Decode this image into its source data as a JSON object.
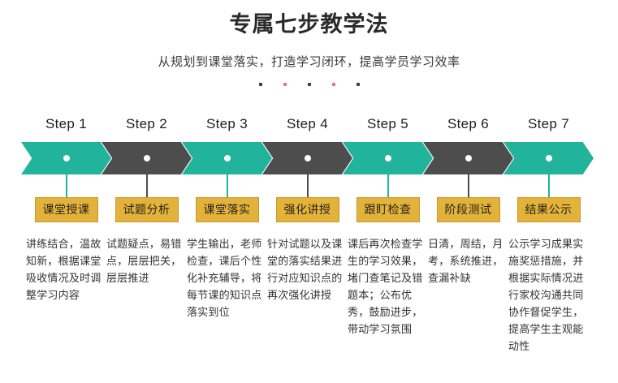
{
  "header": {
    "title": "专属七步教学法",
    "subtitle": "从规划到课堂落实，打造学习闭环，提高学员学习效率",
    "decor_dots": [
      {
        "color": "#3d3d3d"
      },
      {
        "color": "#e8707f"
      },
      {
        "color": "#3d3d3d"
      },
      {
        "color": "#e8707f"
      },
      {
        "color": "#3d3d3d"
      }
    ]
  },
  "theme": {
    "teal": "#21b39b",
    "dark_gray": "#4d4d4d",
    "chip_bg": "#e2b23a",
    "chip_border": "#c9982b",
    "accent_pink": "#e8707f",
    "background": "#ffffff"
  },
  "steps": [
    {
      "step_label": "Step 1",
      "chip": "课堂授课",
      "color": "#21b39b",
      "description": "讲练结合，温故知新，根据课堂吸收情况及时调整学习内容"
    },
    {
      "step_label": "Step 2",
      "chip": "试题分析",
      "color": "#4d4d4d",
      "description": "试题疑点，易错点，层层把关，层层推进"
    },
    {
      "step_label": "Step 3",
      "chip": "课堂落实",
      "color": "#21b39b",
      "description": "学生输出，老师检查，课后个性化补充辅导，将每节课的知识点落实到位"
    },
    {
      "step_label": "Step 4",
      "chip": "强化讲授",
      "color": "#4d4d4d",
      "description": "针对试题以及课堂的落实结果进行对应知识点的再次强化讲授"
    },
    {
      "step_label": "Step 5",
      "chip": "跟盯检查",
      "color": "#21b39b",
      "description": "课后再次检查学生的学习效果，堵门查笔记及错题本；公布优秀，鼓励进步，带动学习氛围"
    },
    {
      "step_label": "Step 6",
      "chip": "阶段测试",
      "color": "#4d4d4d",
      "description": "日清，周结，月考，系统推进，查漏补缺"
    },
    {
      "step_label": "Step 7",
      "chip": "结果公示",
      "color": "#21b39b",
      "description": "公示学习成果实施奖惩措施，并根据实际情况进行家校沟通共同协作督促学生，提高学生主观能动性"
    }
  ]
}
